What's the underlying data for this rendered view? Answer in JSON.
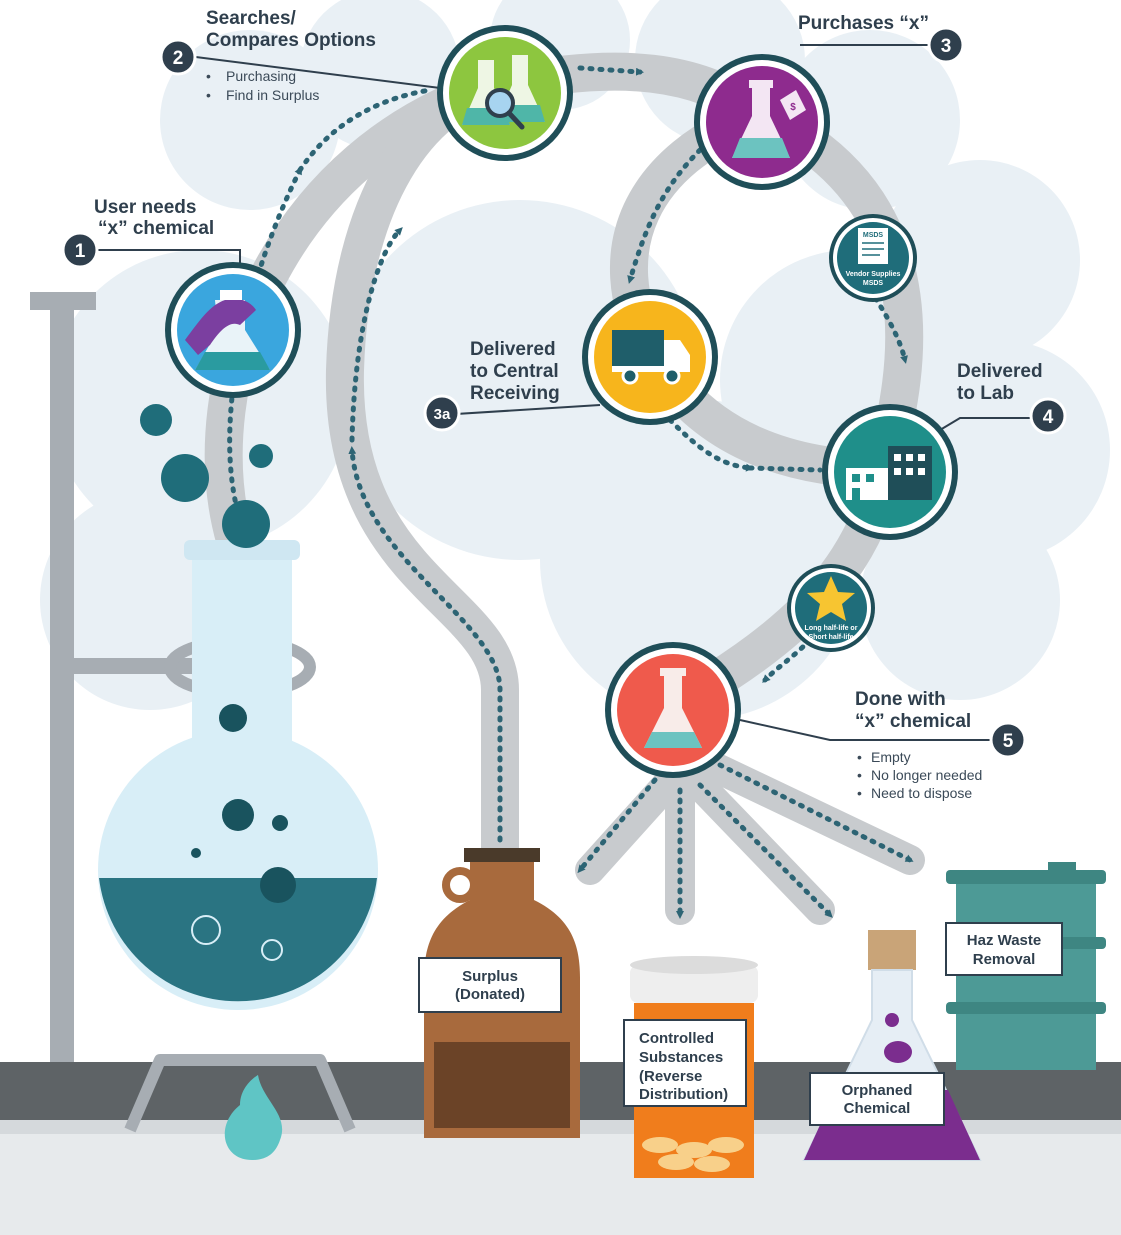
{
  "steps": [
    {
      "num": "1",
      "lines": [
        "User needs",
        "“x” chemical"
      ],
      "icon": "hand-flask-icon",
      "color": "#3aa6de"
    },
    {
      "num": "2",
      "lines": [
        "Searches/",
        "Compares Options"
      ],
      "bullets": [
        "Purchasing",
        "Find in Surplus"
      ],
      "icon": "flasks-magnifier-icon",
      "color": "#8dc63f"
    },
    {
      "num": "3",
      "lines": [
        "Purchases “x”"
      ],
      "icon": "flask-price-tag-icon",
      "color": "#8e2b8e"
    },
    {
      "num": "3a",
      "lines": [
        "Delivered",
        "to Central",
        "Receiving"
      ],
      "icon": "truck-icon",
      "color": "#f7b51c"
    },
    {
      "num": "4",
      "lines": [
        "Delivered",
        "to Lab"
      ],
      "icon": "buildings-icon",
      "color": "#1f8f8a"
    },
    {
      "num": "5",
      "lines": [
        "Done with",
        "“x” chemical"
      ],
      "bullets": [
        "Empty",
        "No longer needed",
        "Need to dispose"
      ],
      "icon": "flask-icon",
      "color": "#ef5a4c"
    }
  ],
  "badges": {
    "msds": {
      "doc_title": "MSDS",
      "caption": [
        "Vendor Supplies",
        "MSDS"
      ]
    },
    "half_life": {
      "caption": [
        "Long half-life or",
        "Short half-life"
      ]
    }
  },
  "destinations": {
    "surplus": [
      "Surplus",
      "(Donated)"
    ],
    "controlled": [
      "Controlled",
      "Substances",
      "(Reverse",
      "Distribution)"
    ],
    "orphaned": [
      "Orphaned",
      "Chemical"
    ],
    "haz_waste": [
      "Haz Waste",
      "Removal"
    ]
  },
  "colors": {
    "dark_text": "#2f3f4d",
    "number_badge": "#2f3f4d",
    "path": "#c8cbce",
    "arrow": "#2d6474",
    "teal": "#2d6b73"
  }
}
